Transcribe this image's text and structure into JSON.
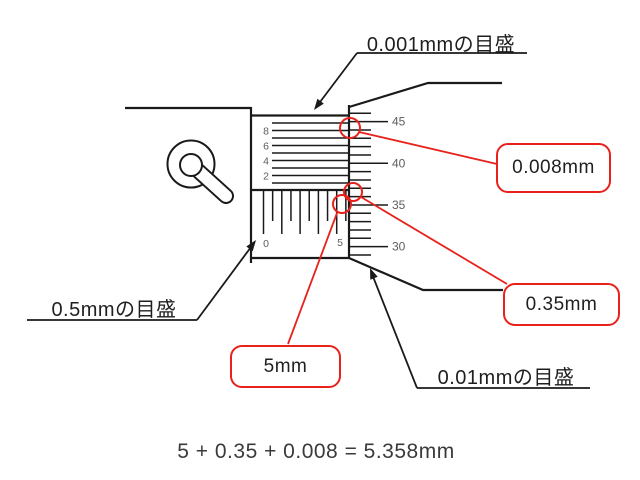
{
  "callouts": {
    "scale_0001_label": "0.001mmの目盛",
    "scale_05_label": "0.5mmの目盛",
    "scale_001_label": "0.01mmの目盛",
    "value_0008": "0.008mm",
    "value_035": "0.35mm",
    "value_5": "5mm"
  },
  "formula": "5 + 0.35 + 0.008 = 5.358mm",
  "reading": {
    "sleeve_mm": 5,
    "thimble_mm": 0.35,
    "vernier_mm": 0.008,
    "total_mm": 5.358
  },
  "scales": {
    "vernier": {
      "line_count": 9,
      "labels": [
        "8",
        "6",
        "4",
        "2"
      ]
    },
    "sleeve": {
      "tick_count": 10,
      "labels": [
        "0",
        "5"
      ]
    },
    "thimble": {
      "tick_count": 18,
      "start_value": 46,
      "label_every": 5,
      "labels": [
        "45",
        "40",
        "35",
        "30"
      ]
    }
  },
  "colors": {
    "line": "#1a1a1a",
    "accent_red": "#e8211b",
    "scale_text": "#5f5d5d",
    "formula_text": "#3a3a3a"
  }
}
